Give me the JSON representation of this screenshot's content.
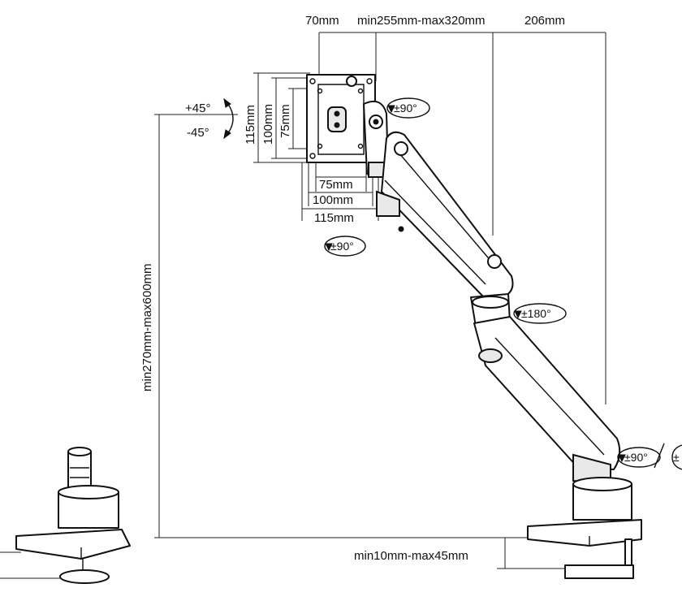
{
  "labels": {
    "dim_70": "70mm",
    "dim_arm_length": "min255mm-max320mm",
    "dim_206": "206mm",
    "tilt_up": "+45°",
    "tilt_down": "-45°",
    "vesa_115_v": "115mm",
    "vesa_100_v": "100mm",
    "vesa_75_v": "75mm",
    "vesa_75_h": "75mm",
    "vesa_100_h": "100mm",
    "vesa_115_h": "115mm",
    "rotate_head": "±90°",
    "rotate_plate": "±90°",
    "rotate_elbow": "±180°",
    "rotate_base": "±90°",
    "rotate_base_cut": "±",
    "height_range": "min270mm-max600mm",
    "desk_thickness": "min10mm-max45mm"
  },
  "colors": {
    "line": "#111111",
    "background": "#ffffff",
    "shade": "#e9e9e9"
  },
  "icons": {
    "rotation": "circular-arrow-icon",
    "tilt": "curved-arrow-icon"
  }
}
